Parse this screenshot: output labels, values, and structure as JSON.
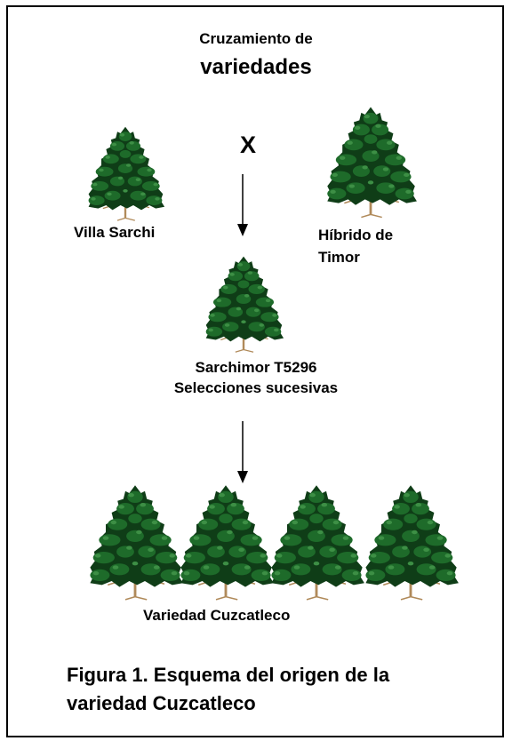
{
  "title": {
    "line1": "Cruzamiento de",
    "line2": "variedades"
  },
  "cross_symbol": "X",
  "parents": {
    "left": "Villa Sarchi",
    "right_line1": "Híbrido de",
    "right_line2": "Timor"
  },
  "intermediate": {
    "line1": "Sarchimor T5296",
    "line2": "Selecciones sucesivas"
  },
  "result_label": "Variedad Cuzcatleco",
  "caption": {
    "line1": "Figura 1. Esquema del origen de la",
    "line2": "variedad Cuzcatleco"
  },
  "colors": {
    "foliage_dark": "#0f3d17",
    "foliage": "#1e6b2a",
    "foliage_light": "#3d8f45",
    "trunk": "#b08a5a"
  }
}
